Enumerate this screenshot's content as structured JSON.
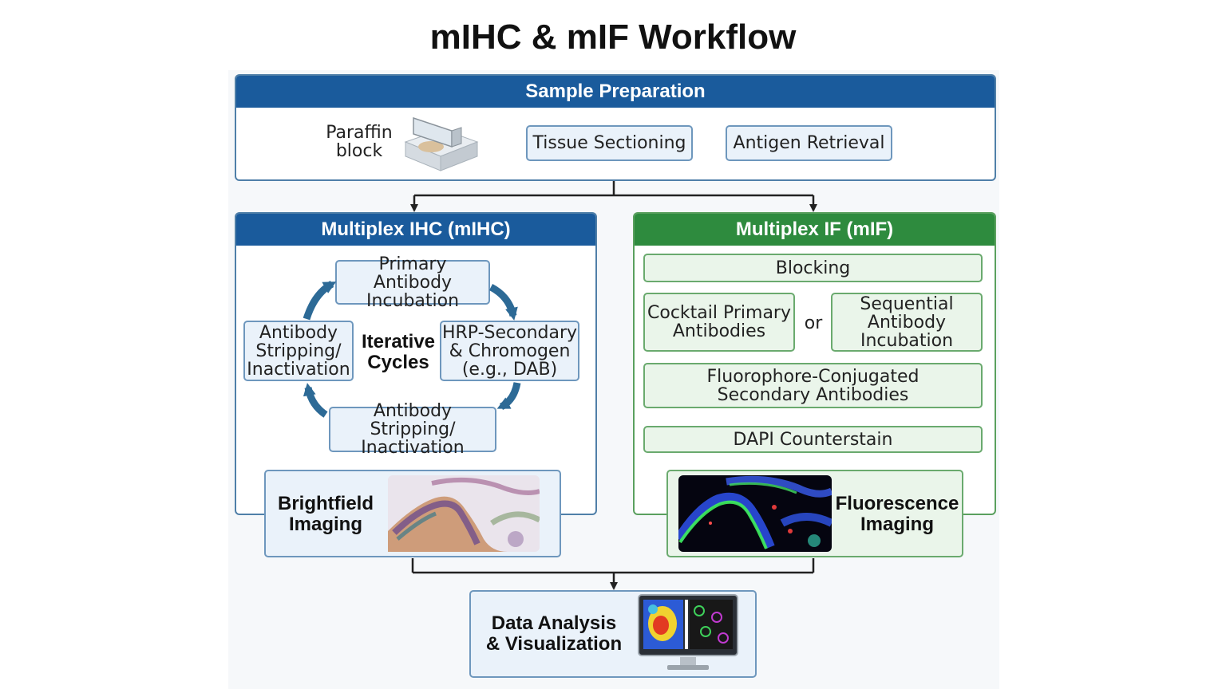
{
  "title": "mIHC & mIF Workflow",
  "sample_preparation": {
    "header": "Sample Preparation",
    "paraffin_label": "Paraffin\nblock",
    "tissue_sectioning": "Tissue Sectioning",
    "antigen_retrieval": "Antigen Retrieval"
  },
  "mihc": {
    "header": "Multiplex IHC (mIHC)",
    "primary": "Primary Antibody\nIncubation",
    "hrp": "HRP-Secondary\n& Chromogen\n(e.g., DAB)",
    "stripping_bottom": "Antibody Stripping/\nInactivation",
    "stripping_left": "Antibody\nStripping/\nInactivation",
    "cycle_label": "Iterative\nCycles",
    "imaging": "Brightfield\nImaging"
  },
  "mif": {
    "header": "Multiplex IF (mIF)",
    "blocking": "Blocking",
    "cocktail": "Cocktail Primary\nAntibodies",
    "or": "or",
    "sequential": "Sequential\nAntibody\nIncubation",
    "fluorophore": "Fluorophore-Conjugated\nSecondary Antibodies",
    "dapi": "DAPI Counterstain",
    "imaging": "Fluorescence\nImaging"
  },
  "analysis": {
    "label": "Data Analysis\n& Visualization"
  },
  "colors": {
    "blue_header": "#1a5b9c",
    "green_header": "#2e8b3e",
    "cycle_arrow": "#2d6a96"
  }
}
